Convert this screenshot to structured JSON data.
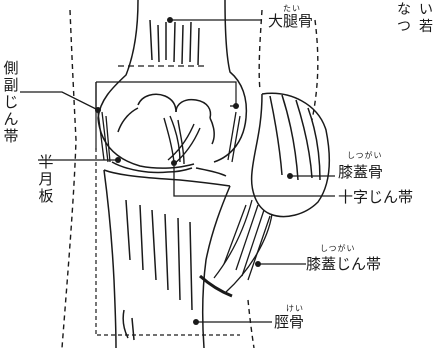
{
  "corner_text": "な\nつ",
  "corner_text_2": "い\n若",
  "labels": {
    "femur": "大腿骨",
    "femur_ruby": "たい",
    "patella": "膝蓋骨",
    "patella_ruby": "しつがい",
    "cruciate": "十字じん帯",
    "patellar_ligament": "膝蓋じん帯",
    "patellar_ligament_ruby": "しつがい",
    "tibia": "脛骨",
    "tibia_ruby": "けい",
    "collateral": "側副じん帯",
    "meniscus": "半月板"
  },
  "colors": {
    "ink": "#1a1a1a",
    "background": "#ffffff"
  }
}
